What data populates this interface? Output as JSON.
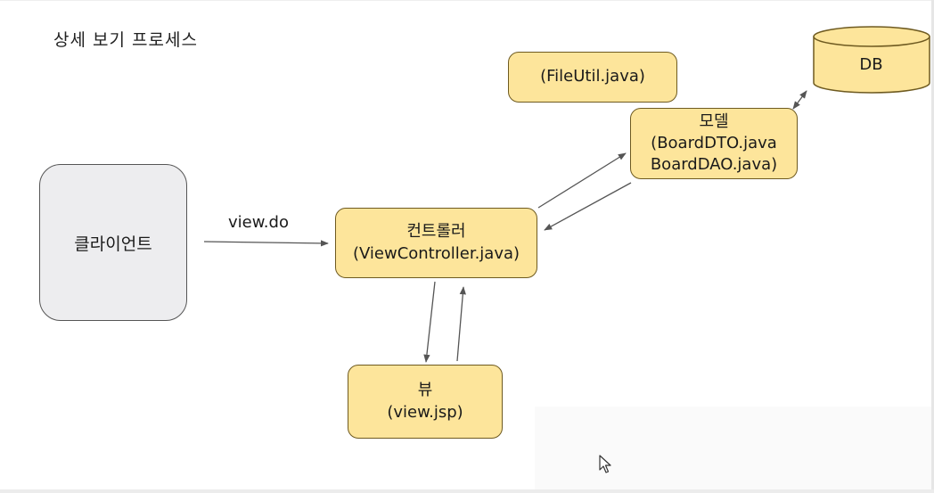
{
  "diagram": {
    "title": "상세 보기 프로세스",
    "client": {
      "label": "클라이언트"
    },
    "controller": {
      "line1": "컨트롤러",
      "line2": "(ViewController.java)"
    },
    "model": {
      "line1": "모델",
      "line2": "(BoardDTO.java",
      "line3": "BoardDAO.java)"
    },
    "fileutil": {
      "label": "(FileUtil.java)"
    },
    "view": {
      "line1": "뷰",
      "line2": "(view.jsp)"
    },
    "db": {
      "label": "DB"
    },
    "request_label": "view.do"
  },
  "colors": {
    "node_fill": "#fde59b",
    "node_border": "#6e5a20",
    "client_fill": "#ededef",
    "arrow": "#555555"
  },
  "icons": {
    "cursor": "mouse-pointer-icon"
  }
}
